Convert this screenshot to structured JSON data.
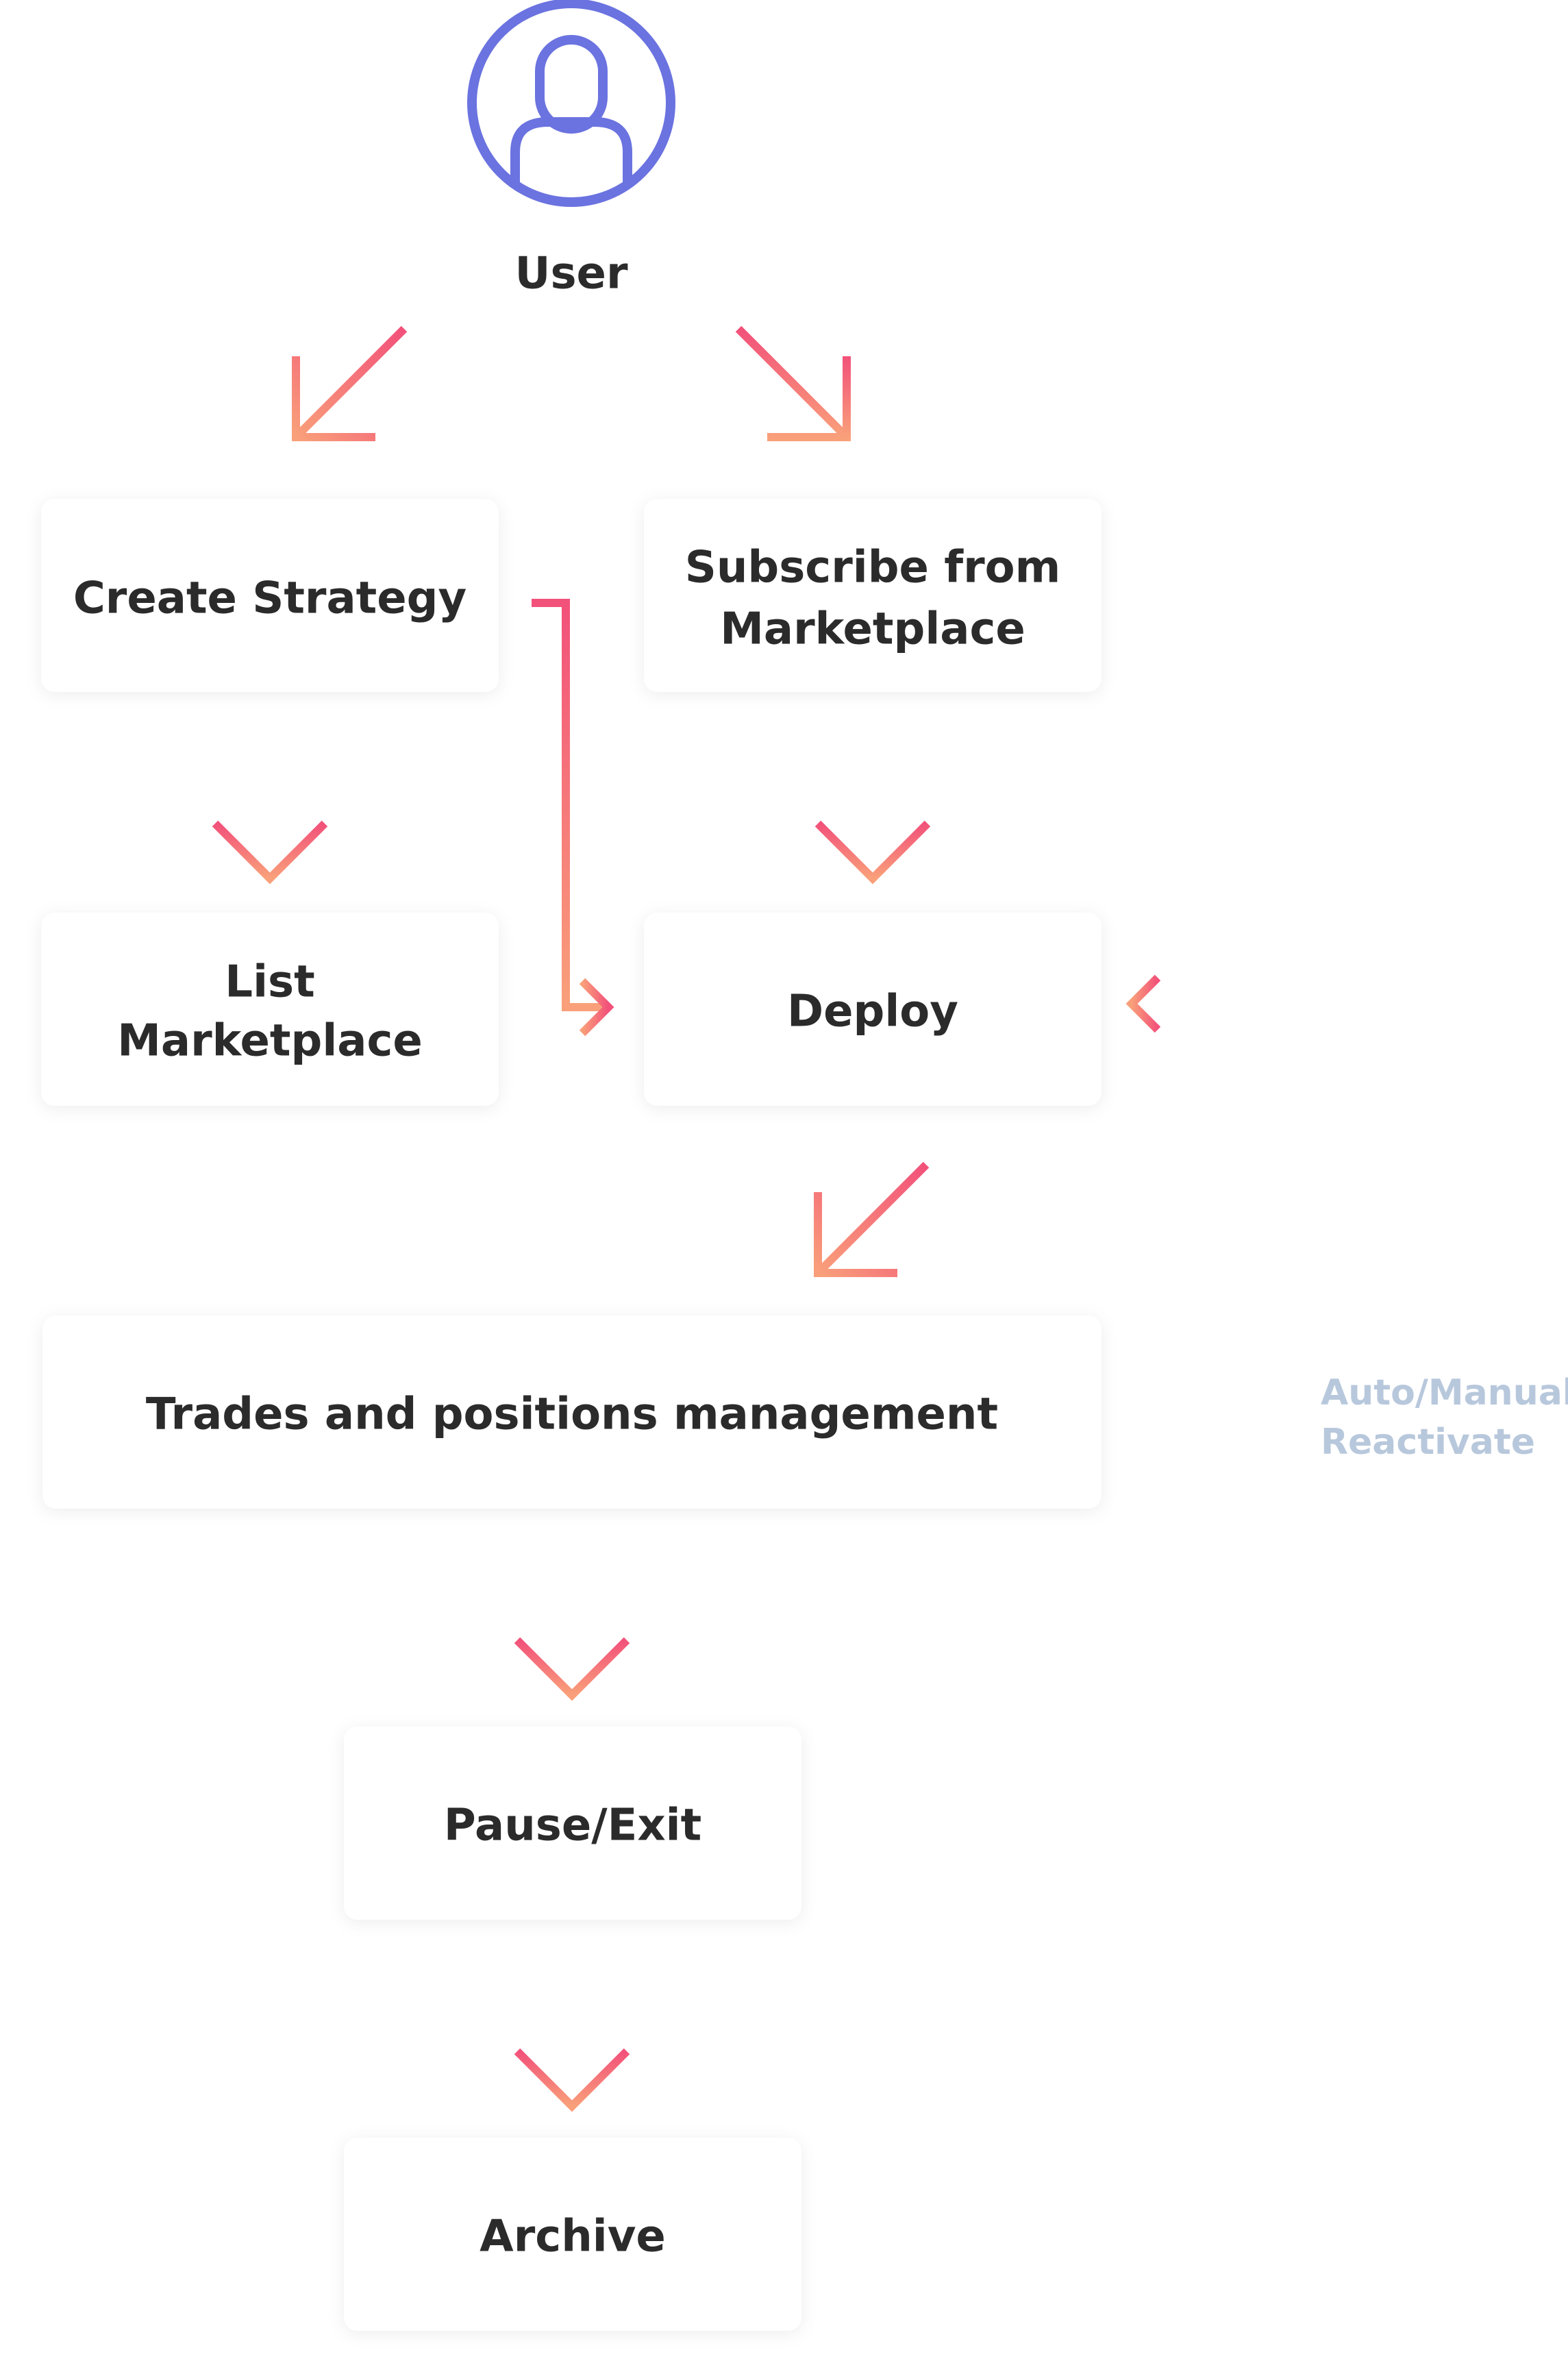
{
  "user": {
    "label": "User",
    "icon": "user-icon"
  },
  "nodes": {
    "create_strategy": "Create Strategy",
    "subscribe_line1": "Subscribe from",
    "subscribe_line2": "Marketplace",
    "list_line1": "List",
    "list_line2": "Marketplace",
    "deploy": "Deploy",
    "trades": "Trades and positions management",
    "pause_exit": "Pause/Exit",
    "archive": "Archive"
  },
  "loop_label": {
    "line1": "Auto/Manual",
    "line2": "Reactivate"
  },
  "colors": {
    "icon": "#6b73e0",
    "arrow_start": "#f9a07a",
    "arrow_end": "#f2517a",
    "label_muted": "#b8c8dc",
    "text": "#2b2b2b"
  }
}
